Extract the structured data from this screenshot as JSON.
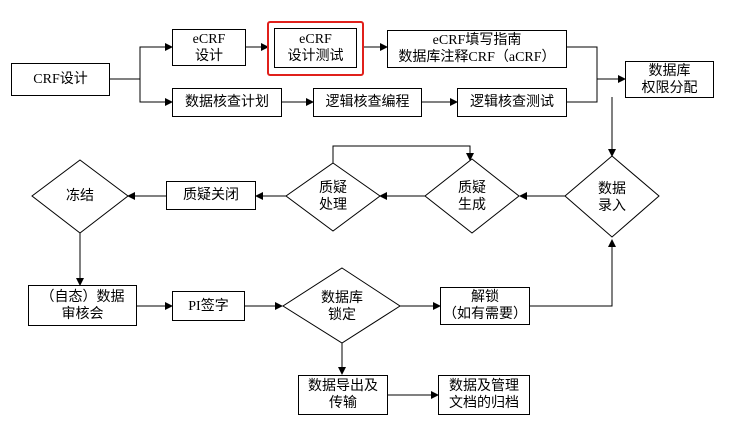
{
  "highlight_color": "#e0201b",
  "nodes": {
    "crf_design": "CRF设计",
    "ecrf_design": "eCRF\n设计",
    "ecrf_test": "eCRF\n设计测试",
    "ecrf_guide": "eCRF填写指南\n数据库注释CRF（aCRF）",
    "db_permission": "数据库\n权限分配",
    "data_check_plan": "数据核查计划",
    "logic_check_program": "逻辑核查编程",
    "logic_check_test": "逻辑核查测试",
    "data_entry": "数据\n录入",
    "query_generate": "质疑\n生成",
    "query_process": "质疑\n处理",
    "query_close": "质疑关闭",
    "freeze": "冻结",
    "self_review": "（自态）数据\n审核会",
    "pi_sign": "PI签字",
    "db_lock": "数据库\n锁定",
    "unlock": "解锁\n（如有需要）",
    "data_export": "数据导出及\n传输",
    "archive": "数据及管理\n文档的归档"
  }
}
